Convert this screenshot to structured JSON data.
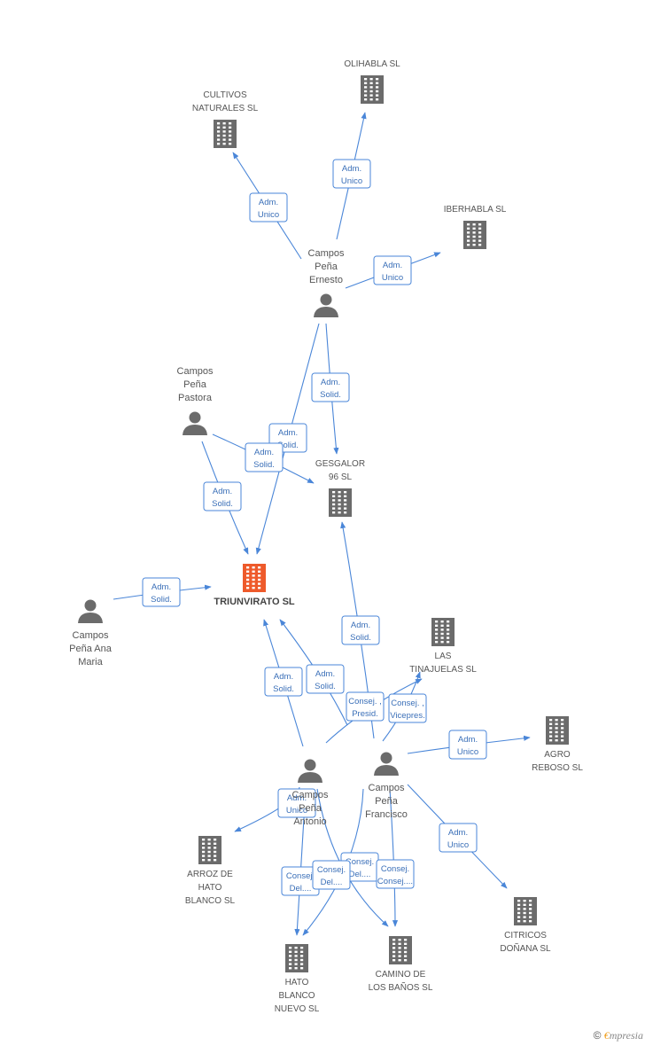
{
  "nodes": [
    {
      "id": "olihabla",
      "type": "company",
      "label": [
        "OLIHABLA SL"
      ]
    },
    {
      "id": "cultivos",
      "type": "company",
      "label": [
        "CULTIVOS",
        "NATURALES SL"
      ]
    },
    {
      "id": "iberhabla",
      "type": "company",
      "label": [
        "IBERHABLA SL"
      ]
    },
    {
      "id": "ernesto",
      "type": "person",
      "label": [
        "Campos",
        "Peña",
        "Ernesto"
      ]
    },
    {
      "id": "pastora",
      "type": "person",
      "label": [
        "Campos",
        "Peña",
        "Pastora"
      ]
    },
    {
      "id": "gesgalor",
      "type": "company",
      "label": [
        "GESGALOR",
        "96 SL"
      ]
    },
    {
      "id": "triunvirato",
      "type": "main",
      "label": [
        "TRIUNVIRATO SL"
      ]
    },
    {
      "id": "anamaria",
      "type": "person",
      "label": [
        "Campos",
        "Peña Ana",
        "Maria"
      ]
    },
    {
      "id": "tinajuelas",
      "type": "company",
      "label": [
        "LAS",
        "TINAJUELAS SL"
      ]
    },
    {
      "id": "agro",
      "type": "company",
      "label": [
        "AGRO",
        "REBOSO SL"
      ]
    },
    {
      "id": "antonio",
      "type": "person",
      "label": [
        "Campos",
        "Peña",
        "Antonio"
      ]
    },
    {
      "id": "francisco",
      "type": "person",
      "label": [
        "Campos",
        "Peña",
        "Francisco"
      ]
    },
    {
      "id": "arroz",
      "type": "company",
      "label": [
        "ARROZ DE",
        "HATO",
        "BLANCO SL"
      ]
    },
    {
      "id": "citricos",
      "type": "company",
      "label": [
        "CITRICOS",
        "DOÑANA SL"
      ]
    },
    {
      "id": "hato",
      "type": "company",
      "label": [
        "HATO",
        "BLANCO",
        "NUEVO SL"
      ]
    },
    {
      "id": "camino",
      "type": "company",
      "label": [
        "CAMINO DE",
        "LOS BAÑOS  SL"
      ]
    }
  ],
  "edges": [
    {
      "from": "ernesto",
      "to": "cultivos",
      "label": [
        "Adm.",
        "Unico"
      ]
    },
    {
      "from": "ernesto",
      "to": "olihabla",
      "label": [
        "Adm.",
        "Unico"
      ]
    },
    {
      "from": "ernesto",
      "to": "iberhabla",
      "label": [
        "Adm.",
        "Unico"
      ]
    },
    {
      "from": "ernesto",
      "to": "gesgalor",
      "label": [
        "Adm.",
        "Solid."
      ]
    },
    {
      "from": "ernesto",
      "to": "triunvirato",
      "label": [
        "Adm.",
        "Solid."
      ]
    },
    {
      "from": "pastora",
      "to": "gesgalor",
      "label": [
        "Adm.",
        "Solid."
      ]
    },
    {
      "from": "pastora",
      "to": "triunvirato",
      "label": [
        "Adm.",
        "Solid."
      ]
    },
    {
      "from": "anamaria",
      "to": "triunvirato",
      "label": [
        "Adm.",
        "Solid."
      ]
    },
    {
      "from": "francisco",
      "to": "gesgalor",
      "label": [
        "Adm.",
        "Solid."
      ]
    },
    {
      "from": "antonio",
      "to": "triunvirato",
      "label": [
        "Adm.",
        "Solid."
      ]
    },
    {
      "from": "francisco",
      "to": "triunvirato",
      "label": [
        "Adm.",
        "Solid."
      ]
    },
    {
      "from": "antonio",
      "to": "tinajuelas",
      "label": [
        "Consej. ,",
        "Presid."
      ]
    },
    {
      "from": "francisco",
      "to": "tinajuelas",
      "label": [
        "Consej. ,",
        "Vicepres."
      ]
    },
    {
      "from": "francisco",
      "to": "agro",
      "label": [
        "Adm.",
        "Unico"
      ]
    },
    {
      "from": "antonio",
      "to": "arroz",
      "label": [
        "Adm.",
        "Unico"
      ]
    },
    {
      "from": "francisco",
      "to": "citricos",
      "label": [
        "Adm.",
        "Unico"
      ]
    },
    {
      "from": "antonio",
      "to": "hato",
      "label": [
        "Consej.",
        "Del...."
      ]
    },
    {
      "from": "francisco",
      "to": "hato",
      "label": [
        "Consej.",
        "Del...."
      ]
    },
    {
      "from": "antonio",
      "to": "camino",
      "label": [
        "Consej.",
        "Del...."
      ]
    },
    {
      "from": "francisco",
      "to": "camino",
      "label": [
        "Consej.",
        "Consej...."
      ]
    }
  ],
  "footer": {
    "copyright": "©",
    "brand_initial": "€",
    "brand_rest": "mpresia"
  },
  "colors": {
    "edge": "#4a86d8",
    "node": "#6b6b6b",
    "main_node": "#ee5a2b"
  }
}
